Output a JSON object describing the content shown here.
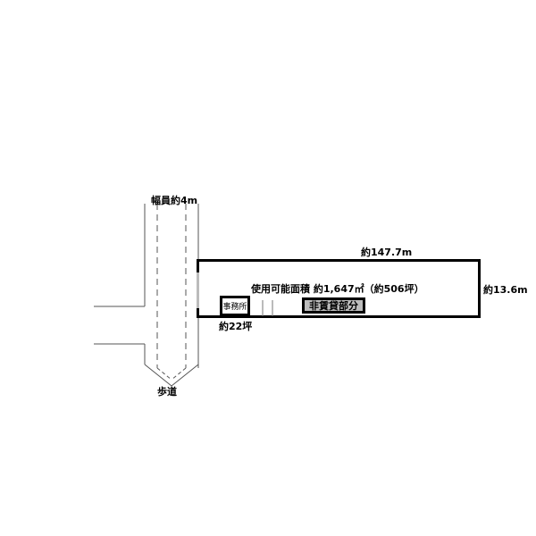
{
  "road": {
    "width_label": "幅員約4m",
    "sidewalk_label": "歩道"
  },
  "site": {
    "length_label": "約147.7m",
    "depth_label": "約13.6m",
    "usable_area_label": "使用可能面積 約1,647㎡（約506坪）"
  },
  "office": {
    "label": "事務所",
    "area_label": "約22坪"
  },
  "non_lease": {
    "label": "非賃貸部分"
  }
}
